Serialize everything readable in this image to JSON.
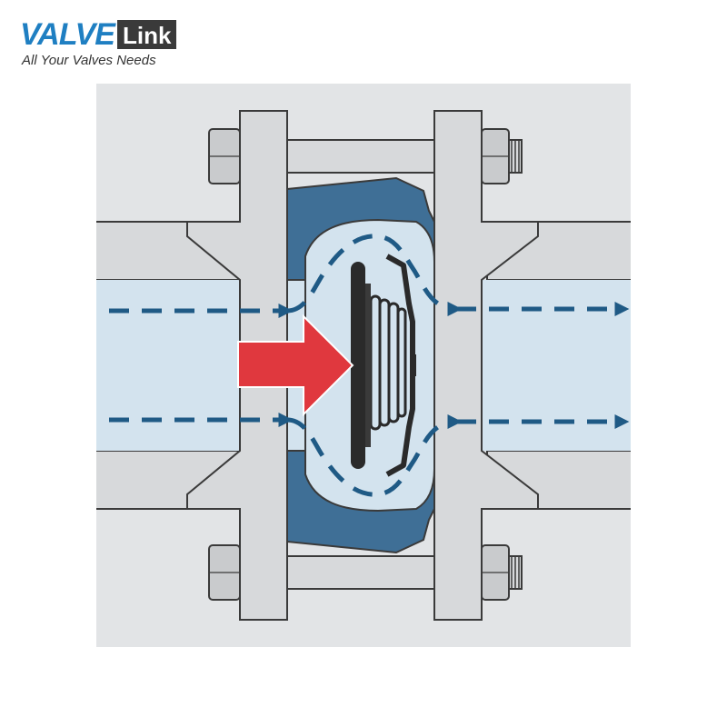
{
  "brand": {
    "name_part1": "VALVE",
    "name_part2": "Link",
    "tagline": "All Your Valves Needs"
  },
  "diagram": {
    "subject": "wafer-style check valve between flanges, flow left to right",
    "colors": {
      "background": "#e2e4e6",
      "flange": "#d7d9db",
      "pipe_interior": "#d3e3ee",
      "valve_body": "#3f6f96",
      "flow_arrows": "#1f5a85",
      "pressure_arrow": "#e0383e",
      "outline": "#3a3a3a",
      "disc": "#2a2a2a"
    },
    "icons": [
      "bolt-icon",
      "nut-icon",
      "spring-icon",
      "flow-arrow-icon",
      "pressure-arrow-icon"
    ]
  }
}
